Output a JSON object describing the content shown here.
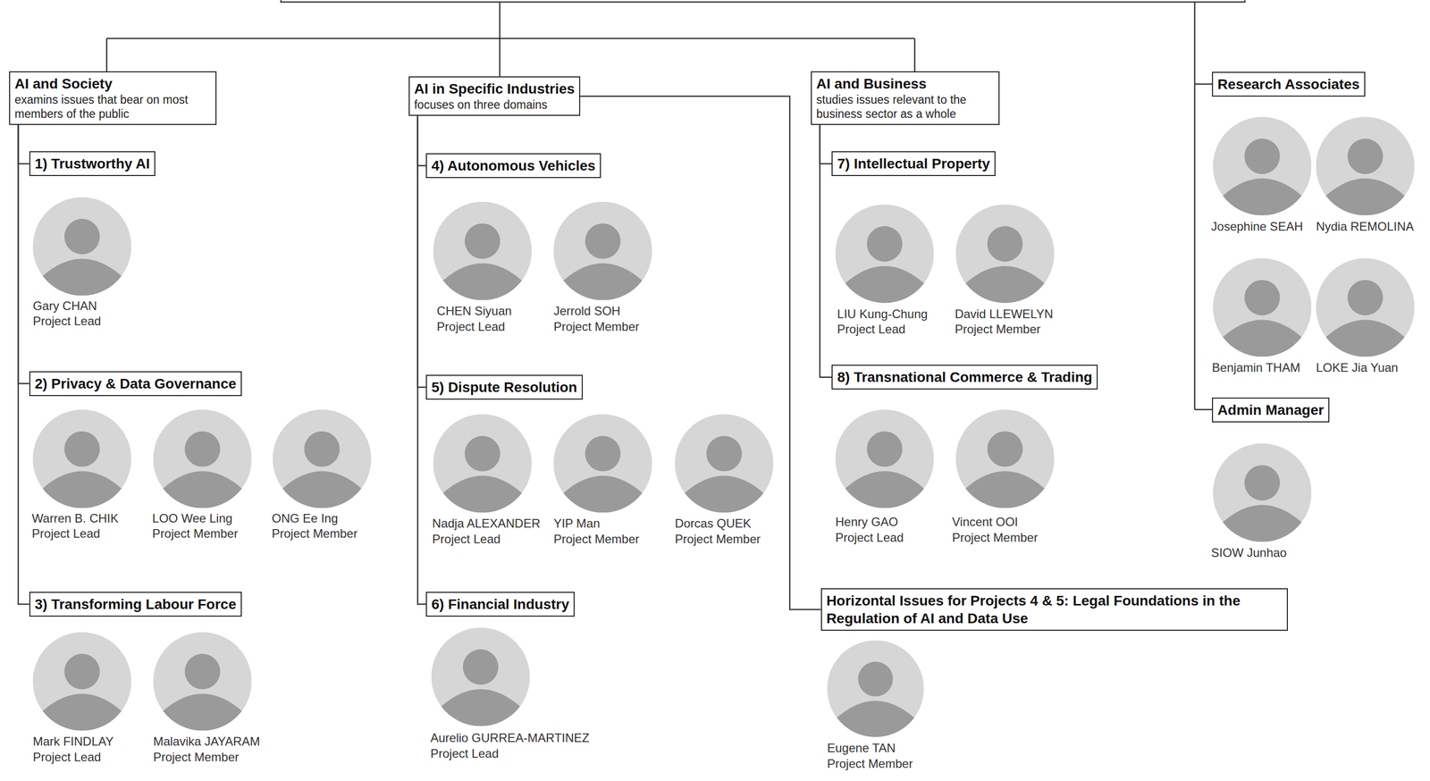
{
  "diagram": {
    "nodes": [
      {
        "text": [
          "AI and Society",
          "examins issues that bear on most members of the public"
        ]
      },
      {
        "text": [
          "1) Trustworthy AI"
        ]
      },
      {
        "text": [
          "2) Privacy & Data Governance"
        ]
      },
      {
        "text": [
          "3) Transforming Labour Force"
        ]
      },
      {
        "text": [
          "AI in Specific Industries",
          "focuses on three domains"
        ]
      },
      {
        "text": [
          "4) Autonomous Vehicles"
        ]
      },
      {
        "text": [
          "5) Dispute Resolution"
        ]
      },
      {
        "text": [
          "6) Financial Industry"
        ]
      },
      {
        "text": [
          "AI and Business",
          "studies issues relevant to the business sector as a whole"
        ]
      },
      {
        "text": [
          "7) Intellectual Property"
        ]
      },
      {
        "text": [
          "8) Transnational Commerce & Trading"
        ]
      },
      {
        "text": [
          "Horizontal Issues for Projects 4 & 5: Legal Foundations in the Regulation of AI and Data Use"
        ]
      },
      {
        "text": [
          "Research Associates"
        ]
      },
      {
        "text": [
          "Admin Manager"
        ]
      }
    ],
    "edges": [
      {
        "from": 0,
        "to": 1,
        "arrow": "none"
      },
      {
        "from": 0,
        "to": 2,
        "arrow": "none"
      },
      {
        "from": 0,
        "to": 3,
        "arrow": "none"
      },
      {
        "from": 4,
        "to": 5,
        "arrow": "none"
      },
      {
        "from": 4,
        "to": 6,
        "arrow": "none"
      },
      {
        "from": 4,
        "to": 7,
        "arrow": "none"
      },
      {
        "from": 4,
        "to": 11,
        "arrow": "none"
      },
      {
        "from": 8,
        "to": 9,
        "arrow": "none"
      },
      {
        "from": 8,
        "to": 10,
        "arrow": "none"
      }
    ],
    "labels": [
      "Gary CHAN",
      "Project Lead",
      "Warren B. CHIK",
      "Project Lead",
      "LOO Wee Ling",
      "Project Member",
      "ONG Ee Ing",
      "Project Member",
      "Mark FINDLAY",
      "Project Lead",
      "Malavika JAYARAM",
      "Project Member",
      "CHEN Siyuan",
      "Project Lead",
      "Jerrold SOH",
      "Project Member",
      "Nadja ALEXANDER",
      "Project Lead",
      "YIP Man",
      "Project Member",
      "Dorcas QUEK",
      "Project Member",
      "Aurelio GURREA-MARTINEZ",
      "Project Lead",
      "LIU Kung-Chung",
      "Project Lead",
      "David LLEWELYN",
      "Project Member",
      "Henry GAO",
      "Project Lead",
      "Vincent OOI",
      "Project Member",
      "Eugene TAN",
      "Project Member",
      "Josephine SEAH",
      "Nydia REMOLINA",
      "Benjamin THAM",
      "LOKE Jia Yuan",
      "SIOW Junhao"
    ]
  }
}
